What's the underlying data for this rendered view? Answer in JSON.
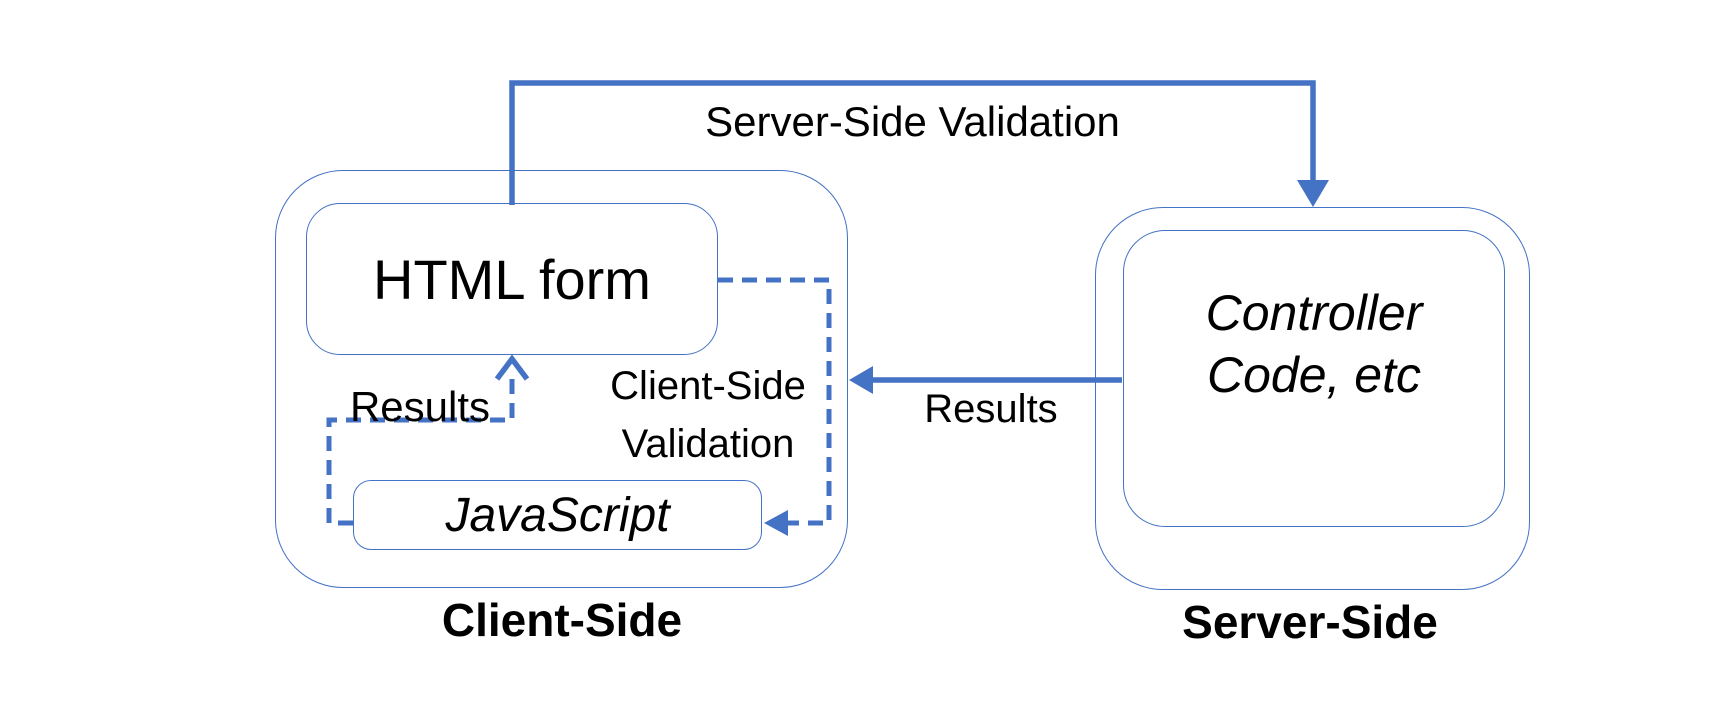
{
  "colors": {
    "accent_blue": "#4472C4",
    "text": "#000000",
    "background": "#FFFFFF"
  },
  "client": {
    "label": "Client-Side",
    "html_form_label": "HTML form",
    "javascript_label": "JavaScript"
  },
  "server": {
    "label": "Server-Side",
    "controller_label": "Controller\nCode, etc"
  },
  "arrows": {
    "server_side_validation_label": "Server-Side Validation",
    "client_side_validation_label": "Client-Side\nValidation",
    "results_to_form_label": "Results",
    "results_from_server_label": "Results"
  }
}
